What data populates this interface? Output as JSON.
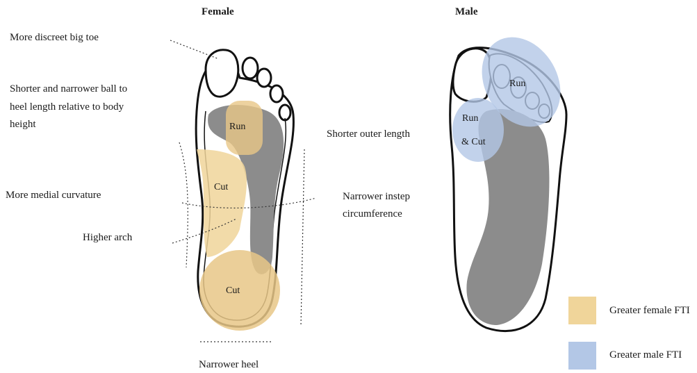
{
  "titles": {
    "female": "Female",
    "male": "Male"
  },
  "left_annotations": {
    "big_toe": "More discreet big toe",
    "ball_to_heel_1": "Shorter and narrower ball to",
    "ball_to_heel_2": "heel length relative to body",
    "ball_to_heel_3": "height",
    "medial_curvature": "More medial curvature",
    "higher_arch": "Higher arch",
    "narrower_heel": "Narrower heel"
  },
  "right_annotations": {
    "outer_length": "Shorter outer length",
    "instep_1": "Narrower instep",
    "instep_2": "circumference"
  },
  "female_zones": {
    "run": "Run",
    "cut_arch": "Cut",
    "cut_heel": "Cut"
  },
  "male_zones": {
    "run": "Run",
    "run_cut_1": "Run",
    "run_cut_2": "& Cut"
  },
  "legend": {
    "female_label": "Greater female FTI",
    "male_label": "Greater male FTI",
    "female_color": "#f0d59a",
    "male_color": "#b3c7e6"
  },
  "colors": {
    "pressure_gray": "#8c8c8c",
    "outline": "#111111"
  }
}
